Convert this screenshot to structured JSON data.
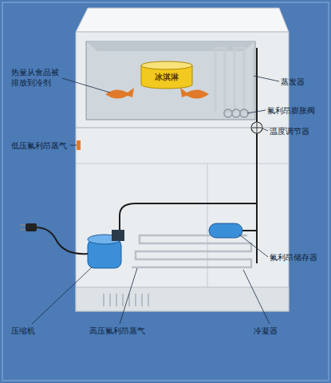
{
  "diagram": {
    "nodes": [
      {
        "text": [
          "冰淇淋"
        ]
      }
    ],
    "labels": [
      "热量从食品被排放到冷剂",
      "蒸发器",
      "氟利昂膨胀阀",
      "温度调节器",
      "低压氟利昂蒸气",
      "氟利昂储存器",
      "压缩机",
      "高压氟利昂蒸气",
      "冷凝器"
    ]
  }
}
